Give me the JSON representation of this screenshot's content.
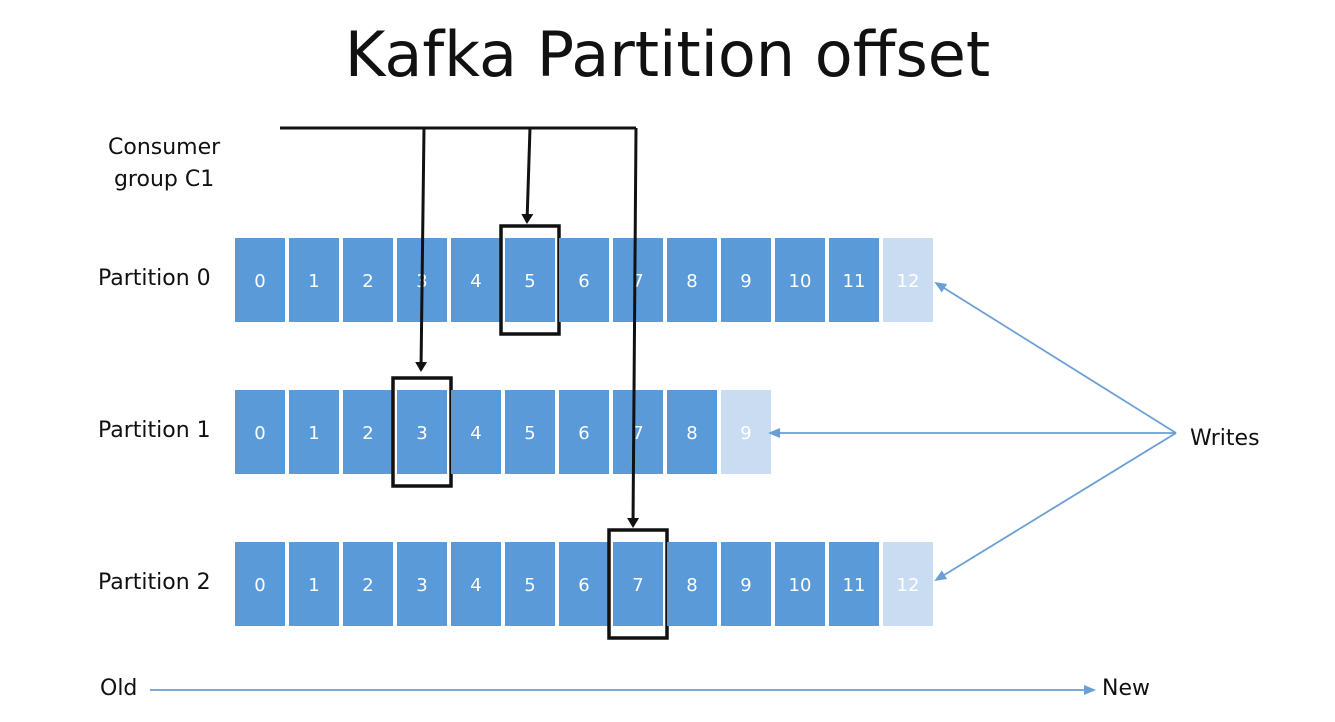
{
  "title": "Kafka Partition offset",
  "consumer_group": {
    "line1": "Consumer",
    "line2": "group C1"
  },
  "partitions": [
    {
      "label": "Partition 0",
      "offsets": [
        "0",
        "1",
        "2",
        "3",
        "4",
        "5",
        "6",
        "7",
        "8",
        "9",
        "10",
        "11"
      ],
      "pending": "12",
      "consumer_position": "5"
    },
    {
      "label": "Partition 1",
      "offsets": [
        "0",
        "1",
        "2",
        "3",
        "4",
        "5",
        "6",
        "7",
        "8"
      ],
      "pending": "9",
      "consumer_position": "3"
    },
    {
      "label": "Partition 2",
      "offsets": [
        "0",
        "1",
        "2",
        "3",
        "4",
        "5",
        "6",
        "7",
        "8",
        "9",
        "10",
        "11"
      ],
      "pending": "12",
      "consumer_position": "7"
    }
  ],
  "writes_label": "Writes",
  "axis": {
    "old": "Old",
    "new": "New"
  },
  "colors": {
    "cell": "#5b9ad8",
    "cell_pending": "#c9dcf1",
    "cell_text": "#ffffff",
    "arrow_blue": "#6a9fd6",
    "line_black": "#111111"
  }
}
